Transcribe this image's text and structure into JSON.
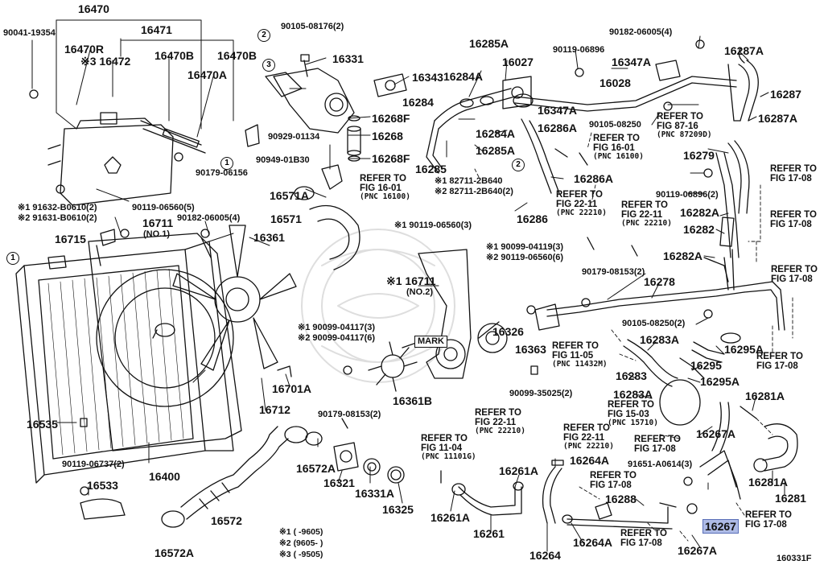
{
  "figure_code": "160331F",
  "mark_label": "MARK",
  "legend": [
    {
      "key": "※1",
      "range": "(      -9605)"
    },
    {
      "key": "※2",
      "range": "(9605-      )"
    },
    {
      "key": "※3",
      "range": "(      -9505)"
    }
  ],
  "callout_numbers": [
    "1",
    "2",
    "3"
  ],
  "parts": {
    "p16470": "16470",
    "p90041_19354": "90041-19354",
    "p16471": "16471",
    "p16470R": "16470R",
    "p16472": "※3 16472",
    "p16470B_a": "16470B",
    "p16470B_b": "16470B",
    "p16470A": "16470A",
    "p90179_06156": "90179-06156",
    "p91632": "※1 91632-B0610(2)",
    "p91631": "※2 91631-B0610(2)",
    "p16715": "16715",
    "p16711_no1": "16711",
    "p16711_no1_sub": "(NO.1)",
    "p90119_06560_5": "90119-06560(5)",
    "p90182_06005_4b": "90182-06005(4)",
    "p16361": "16361",
    "p16535": "16535",
    "p90119_06737": "90119-06737(2)",
    "p16533": "16533",
    "p16400": "16400",
    "p16572A_a": "16572A",
    "p16572": "16572",
    "p16572A_b": "16572A",
    "p16712": "16712",
    "p16701A": "16701A",
    "p90099_04117_3": "※1 90099-04117(3)",
    "p90099_04117_6": "※2 90099-04117(6)",
    "p16361B": "16361B",
    "p90179_08153_2a": "90179-08153(2)",
    "p16321": "16321",
    "p16331A": "16331A",
    "p16325": "16325",
    "p90105_08176": "90105-08176(2)",
    "p16331": "16331",
    "p16343": "16343",
    "p16268F_a": "16268F",
    "p16268": "16268",
    "p16268F_b": "16268F",
    "p90929_01134": "90929-01134",
    "p90949_01B30": "90949-01B30",
    "p16571A": "16571A",
    "p16571": "16571",
    "p16285A_a": "16285A",
    "p16027": "16027",
    "p16284A_a": "16284A",
    "p16284": "16284",
    "p16347A_a": "16347A",
    "p16286A_a": "16286A",
    "p16284A_b": "16284A",
    "p16285A_b": "16285A",
    "p16285": "16285",
    "p82711_1": "※1 82711-2B640",
    "p82711_2": "※2 82711-2B640(2)",
    "p16286A_b": "16286A",
    "p16286": "16286",
    "p90119_06560_3": "※1 90119-06560(3)",
    "p16711_no2": "※1 16711",
    "p16711_no2_sub": "(NO.2)",
    "p90099_04119": "※1 90099-04119(3)",
    "p90119_06560_6": "※2 90119-06560(6)",
    "p16326": "16326",
    "p16363": "16363",
    "p90099_35025": "90099-35025(2)",
    "p90119_06896": "90119-06896",
    "p16028": "16028",
    "p90182_06005_4a": "90182-06005(4)",
    "p16347A_b": "16347A",
    "p16287A_a": "16287A",
    "p16287": "16287",
    "p16287A_b": "16287A",
    "p90105_08250_a": "90105-08250",
    "p16279": "16279",
    "p90119_06896_2": "90119-06896(2)",
    "p16282A_a": "16282A",
    "p16282": "16282",
    "p16282A_b": "16282A",
    "p90179_08153_2b": "90179-08153(2)",
    "p16278": "16278",
    "p90105_08250_2": "90105-08250(2)",
    "p16283A_a": "16283A",
    "p16295A_a": "16295A",
    "p16295": "16295",
    "p16295A_b": "16295A",
    "p16283": "16283",
    "p16283A_b": "16283A",
    "p16281A_a": "16281A",
    "p16267A_a": "16267A",
    "p16264A_a": "16264A",
    "p16261A_a": "16261A",
    "p16261A_b": "16261A",
    "p16261": "16261",
    "p91651": "91651-A0614(3)",
    "p16281A_b": "16281A",
    "p16281": "16281",
    "p16288": "16288",
    "p16264": "16264",
    "p16264A_b": "16264A",
    "p16267A_b": "16267A",
    "p16267": "16267"
  },
  "refs": [
    {
      "id": "r1",
      "line1": "REFER TO",
      "line2": "FIG 16-01",
      "pnc": "(PNC 16100)"
    },
    {
      "id": "r2",
      "line1": "REFER TO",
      "line2": "FIG 16-01",
      "pnc": "(PNC 16100)"
    },
    {
      "id": "r3",
      "line1": "REFER TO",
      "line2": "FIG 22-11",
      "pnc": "(PNC 22210)"
    },
    {
      "id": "r4",
      "line1": "REFER TO",
      "line2": "FIG 22-11",
      "pnc": "(PNC 22210)"
    },
    {
      "id": "r5",
      "line1": "REFER TO",
      "line2": "FIG 87-16",
      "pnc": "(PNC 87209D)"
    },
    {
      "id": "r6",
      "line1": "REFER TO",
      "line2": "FIG 17-08",
      "pnc": ""
    },
    {
      "id": "r7",
      "line1": "REFER TO",
      "line2": "FIG 17-08",
      "pnc": ""
    },
    {
      "id": "r8",
      "line1": "REFER TO",
      "line2": "FIG 17-08",
      "pnc": ""
    },
    {
      "id": "r9",
      "line1": "REFER TO",
      "line2": "FIG 11-05",
      "pnc": "(PNC 11432M)"
    },
    {
      "id": "r10",
      "line1": "REFER TO",
      "line2": "FIG 17-08",
      "pnc": ""
    },
    {
      "id": "r11",
      "line1": "REFER TO",
      "line2": "FIG 15-03",
      "pnc": "(PNC 15710)"
    },
    {
      "id": "r12",
      "line1": "REFER TO",
      "line2": "FIG 22-11",
      "pnc": "(PNC 22210)"
    },
    {
      "id": "r13",
      "line1": "REFER TO",
      "line2": "FIG 11-04",
      "pnc": "(PNC 11101G)"
    },
    {
      "id": "r14",
      "line1": "REFER TO",
      "line2": "FIG 22-11",
      "pnc": "(PNC 22210)"
    },
    {
      "id": "r15",
      "line1": "REFER TO",
      "line2": "FIG 17-08",
      "pnc": ""
    },
    {
      "id": "r16",
      "line1": "REFER TO",
      "line2": "FIG 17-08",
      "pnc": ""
    },
    {
      "id": "r17",
      "line1": "REFER TO",
      "line2": "FIG 17-08",
      "pnc": ""
    },
    {
      "id": "r18",
      "line1": "REFER TO",
      "line2": "FIG 17-08",
      "pnc": ""
    }
  ]
}
